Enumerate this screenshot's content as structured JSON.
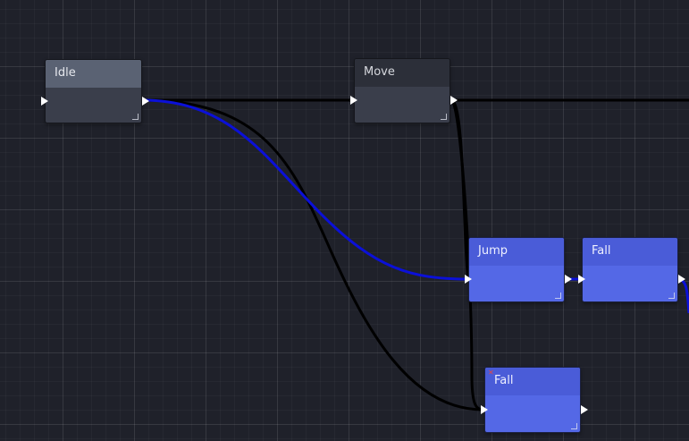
{
  "nodes": {
    "idle": {
      "title": "Idle"
    },
    "move": {
      "title": "Move"
    },
    "jump": {
      "title": "Jump"
    },
    "fall_right": {
      "title": "Fall"
    },
    "fall_bottom": {
      "title": "Fall"
    }
  },
  "colors": {
    "background": "#1f212a",
    "node_default": "#3a3e4b",
    "node_header": "#2c2f39",
    "node_selected_header": "#5a6273",
    "node_blue": "#5468e6",
    "wire_default": "#000000",
    "wire_highlight": "#0b10d8",
    "port": "#ffffff"
  },
  "icons": {
    "port": "triangle-right",
    "resize": "corner-grip",
    "marker": "x-mark"
  }
}
